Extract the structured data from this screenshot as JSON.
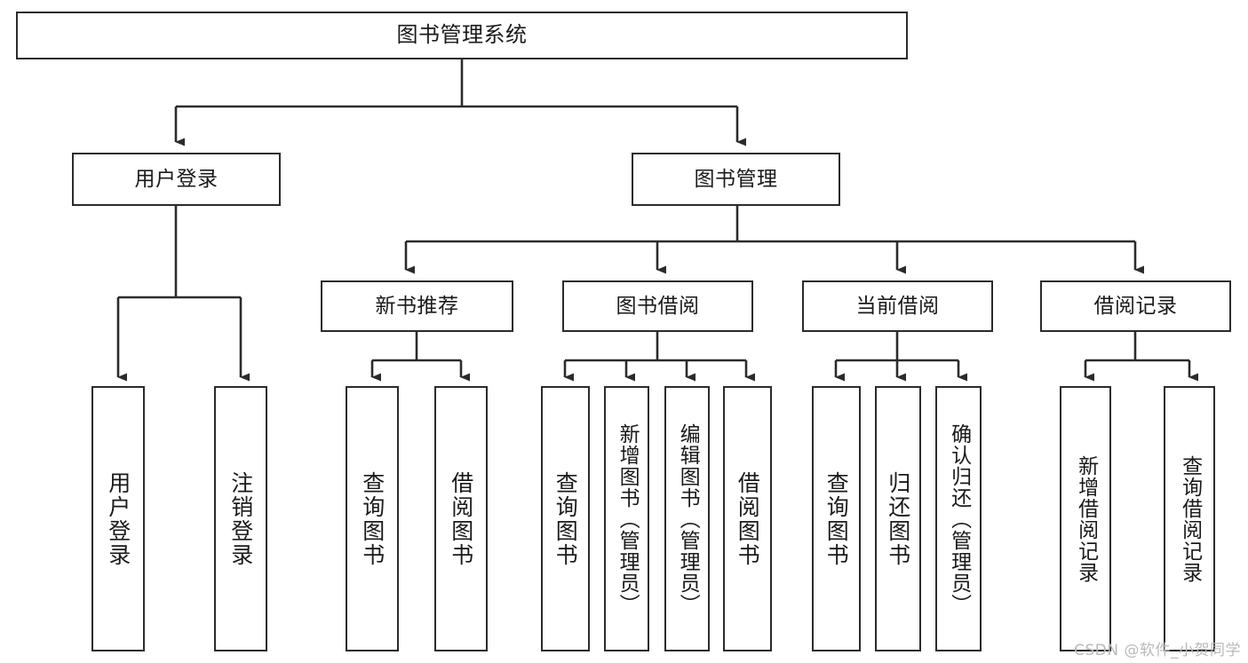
{
  "diagram": {
    "title": "图书管理系统",
    "type": "tree-hierarchy",
    "background_color": "#ffffff",
    "box_border_color": "#2b2b2b",
    "connector_color": "#2b2b2b"
  },
  "root": {
    "label": "图书管理系统"
  },
  "level2": [
    {
      "label": "用户登录"
    },
    {
      "label": "图书管理"
    }
  ],
  "level3": [
    {
      "label": "新书推荐"
    },
    {
      "label": "图书借阅"
    },
    {
      "label": "当前借阅"
    },
    {
      "label": "借阅记录"
    }
  ],
  "leaves": {
    "user_login": [
      {
        "label": "用户登录"
      },
      {
        "label": "注销登录"
      }
    ],
    "new_book_recommend": [
      {
        "label": "查询图书"
      },
      {
        "label": "借阅图书"
      }
    ],
    "book_borrow": [
      {
        "label": "查询图书"
      },
      {
        "label": "新增图书（管理员）"
      },
      {
        "label": "编辑图书（管理员）"
      },
      {
        "label": "借阅图书"
      }
    ],
    "current_borrow": [
      {
        "label": "查询图书"
      },
      {
        "label": "归还图书"
      },
      {
        "label": "确认归还（管理员）"
      }
    ],
    "borrow_record": [
      {
        "label": "新增借阅记录"
      },
      {
        "label": "查询借阅记录"
      }
    ]
  },
  "watermark": {
    "text": "CSDN @软件_小贺同学",
    "color": "#b9b9b9"
  }
}
